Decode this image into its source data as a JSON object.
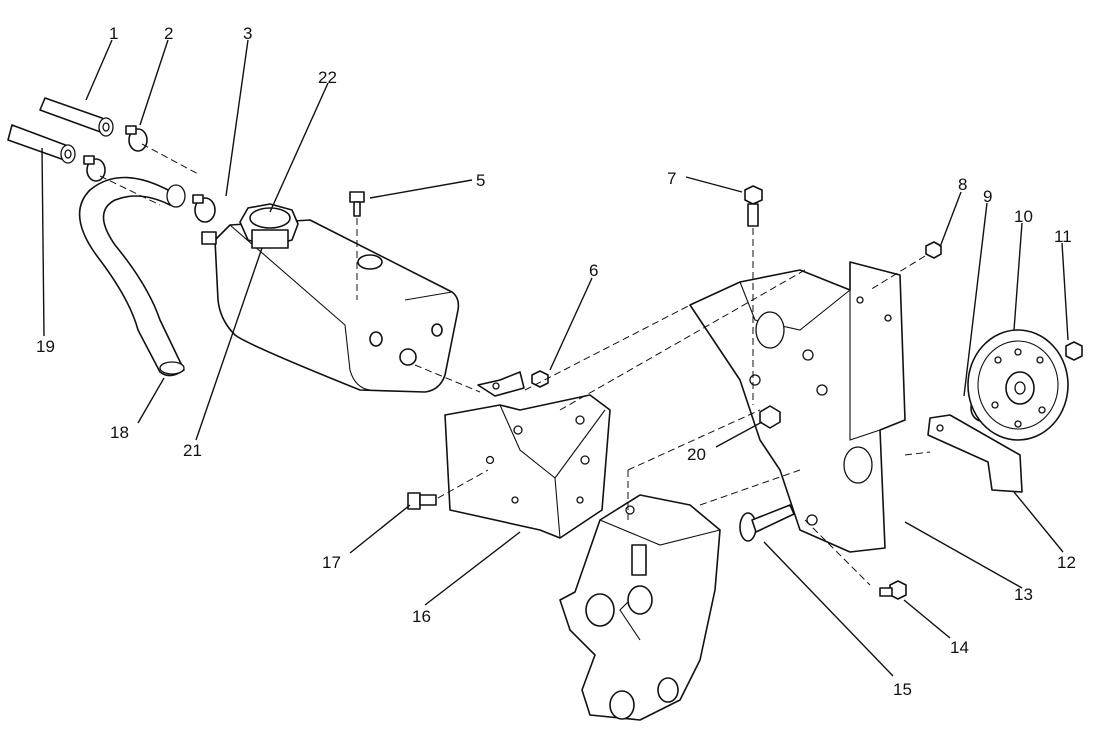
{
  "callouts": [
    {
      "id": "1",
      "label": "1"
    },
    {
      "id": "2",
      "label": "2"
    },
    {
      "id": "3",
      "label": "3"
    },
    {
      "id": "5",
      "label": "5"
    },
    {
      "id": "6",
      "label": "6"
    },
    {
      "id": "7",
      "label": "7"
    },
    {
      "id": "8",
      "label": "8"
    },
    {
      "id": "9",
      "label": "9"
    },
    {
      "id": "10",
      "label": "10"
    },
    {
      "id": "11",
      "label": "11"
    },
    {
      "id": "12",
      "label": "12"
    },
    {
      "id": "13",
      "label": "13"
    },
    {
      "id": "14",
      "label": "14"
    },
    {
      "id": "15",
      "label": "15"
    },
    {
      "id": "16",
      "label": "16"
    },
    {
      "id": "17",
      "label": "17"
    },
    {
      "id": "18",
      "label": "18"
    },
    {
      "id": "19",
      "label": "19"
    },
    {
      "id": "20",
      "label": "20"
    },
    {
      "id": "21",
      "label": "21"
    },
    {
      "id": "22",
      "label": "22"
    }
  ]
}
